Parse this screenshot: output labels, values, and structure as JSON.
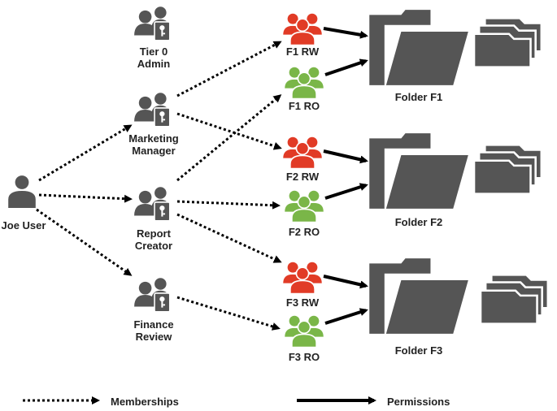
{
  "colors": {
    "person": "#555555",
    "rw_group": "#e13b26",
    "ro_group": "#7ab648",
    "folder": "#555555",
    "arrow": "#000000"
  },
  "nodes": {
    "user": {
      "label": "Joe User",
      "icon": "person-icon"
    },
    "tier0": {
      "line1": "Tier 0",
      "line2": "Admin",
      "icon": "admin-group-icon"
    },
    "marketing": {
      "line1": "Marketing",
      "line2": "Manager",
      "icon": "admin-group-icon"
    },
    "report": {
      "line1": "Report",
      "line2": "Creator",
      "icon": "admin-group-icon"
    },
    "finance": {
      "line1": "Finance",
      "line2": "Review",
      "icon": "admin-group-icon"
    },
    "f1rw": {
      "label": "F1 RW",
      "icon": "group-icon"
    },
    "f1ro": {
      "label": "F1 RO",
      "icon": "group-icon"
    },
    "f2rw": {
      "label": "F2 RW",
      "icon": "group-icon"
    },
    "f2ro": {
      "label": "F2 RO",
      "icon": "group-icon"
    },
    "f3rw": {
      "label": "F3 RW",
      "icon": "group-icon"
    },
    "f3ro": {
      "label": "F3 RO",
      "icon": "group-icon"
    },
    "folder1": {
      "label": "Folder F1",
      "icon": "folder-icon"
    },
    "folder2": {
      "label": "Folder F2",
      "icon": "folder-icon"
    },
    "folder3": {
      "label": "Folder F3",
      "icon": "folder-icon"
    }
  },
  "memberships": [
    [
      "user",
      "marketing"
    ],
    [
      "user",
      "report"
    ],
    [
      "user",
      "finance"
    ],
    [
      "marketing",
      "f1rw"
    ],
    [
      "marketing",
      "f2rw"
    ],
    [
      "report",
      "f1ro"
    ],
    [
      "report",
      "f2ro"
    ],
    [
      "report",
      "f3rw"
    ],
    [
      "finance",
      "f3ro"
    ]
  ],
  "permissions": [
    [
      "f1rw",
      "folder1"
    ],
    [
      "f1ro",
      "folder1"
    ],
    [
      "f2rw",
      "folder2"
    ],
    [
      "f2ro",
      "folder2"
    ],
    [
      "f3rw",
      "folder3"
    ],
    [
      "f3ro",
      "folder3"
    ]
  ],
  "legend": {
    "memberships": "Memberships",
    "permissions": "Permissions"
  }
}
